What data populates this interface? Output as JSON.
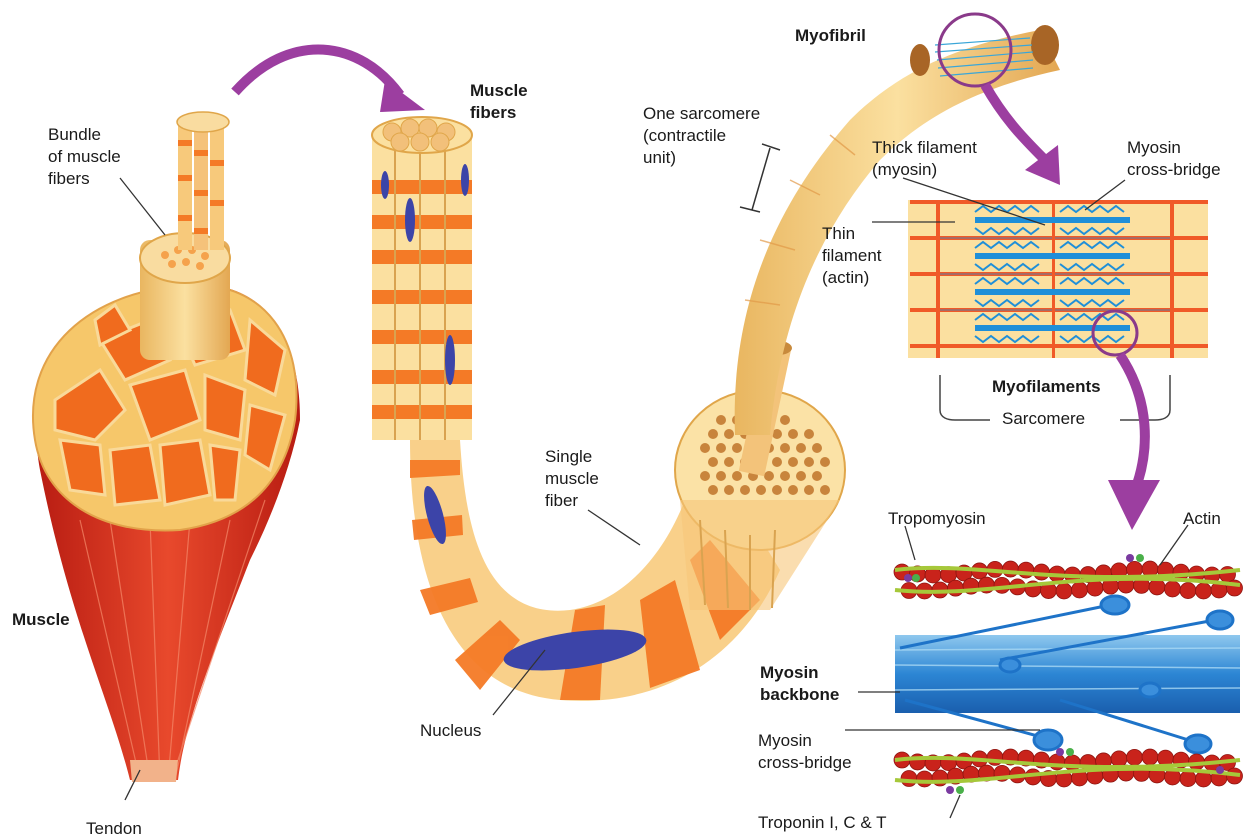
{
  "labels": {
    "bundle": "Bundle\nof muscle\nfibers",
    "muscle_fibers": "Muscle\nfibers",
    "myofibril": "Myofibril",
    "one_sarcomere": "One sarcomere\n(contractile\nunit)",
    "thick_filament": "Thick filament\n(myosin)",
    "myosin_cross_bridge_top": "Myosin\ncross-bridge",
    "thin_filament": "Thin\nfilament\n(actin)",
    "myofilaments": "Myofilaments",
    "sarcomere": "Sarcomere",
    "single_muscle_fiber": "Single\nmuscle\nfiber",
    "muscle": "Muscle",
    "tendon": "Tendon",
    "nucleus": "Nucleus",
    "tropomyosin": "Tropomyosin",
    "actin": "Actin",
    "myosin_backbone": "Myosin\nbackbone",
    "myosin_cross_bridge_bottom": "Myosin\ncross-bridge",
    "troponin": "Troponin I, C & T"
  },
  "colors": {
    "muscle_red": "#d8261a",
    "fascicle_orange": "#f06b1e",
    "tan": "#f6cd7a",
    "stripe_orange": "#f47a26",
    "purple_arrow": "#9c3ea0",
    "filament_blue": "#1f8fd8",
    "actin_bead": "#c9231b",
    "tropomyosin_green": "#a6c83a",
    "backbone_blue": "#1e73c8",
    "nucleus_blue": "#3c44a8"
  }
}
